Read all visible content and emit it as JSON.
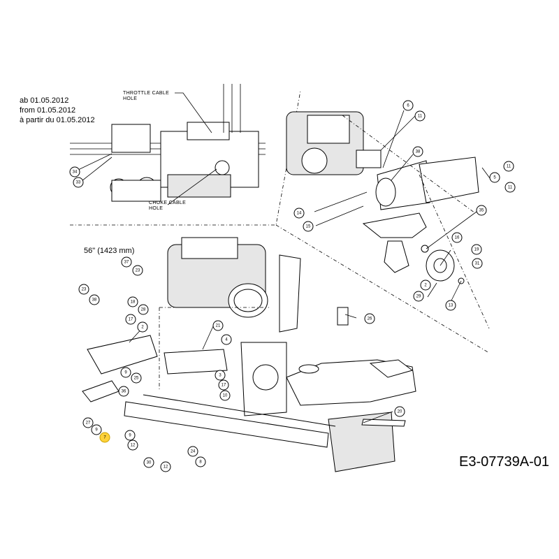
{
  "notes": {
    "date_de": "ab 01.05.2012",
    "date_en": "from 01.05.2012",
    "date_fr": "à partir du 01.05.2012",
    "deck_size": "56\" (1423 mm)"
  },
  "captions": {
    "throttle_l1": "THROTTLE CABLE",
    "throttle_l2": "HOLE",
    "choke_l1": "CHOKE CABLE",
    "choke_l2": "HOLE"
  },
  "drawing_code": "E3-07739A-01",
  "callouts": {
    "inset": [
      "34",
      "33"
    ],
    "exhaust": [
      "6",
      "11",
      "38",
      "11",
      "5",
      "11",
      "14",
      "15",
      "35",
      "16",
      "19",
      "31",
      "2",
      "29",
      "13"
    ],
    "main": [
      "37",
      "23",
      "23",
      "38",
      "18",
      "28",
      "17",
      "2",
      "21",
      "4",
      "26",
      "9",
      "25",
      "36",
      "3",
      "17",
      "10",
      "27",
      "9",
      "7",
      "9",
      "12",
      "30",
      "12",
      "24",
      "8",
      "20"
    ]
  },
  "highlight_callout": "7"
}
